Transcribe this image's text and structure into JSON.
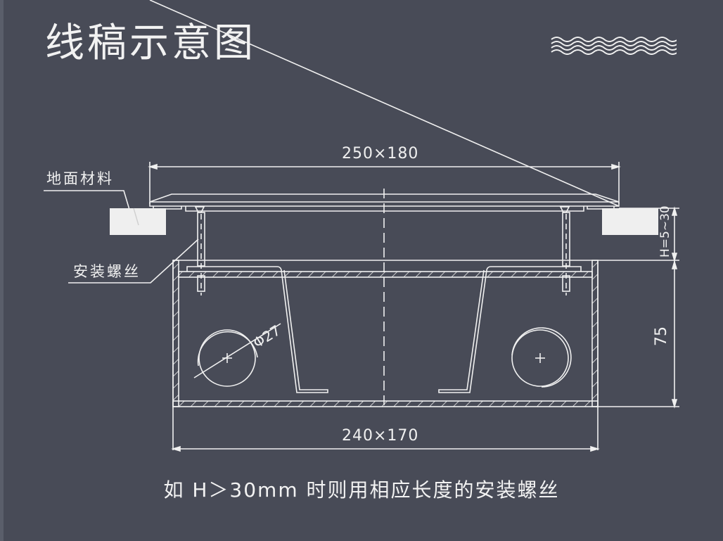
{
  "header": {
    "title": "线稿示意图",
    "decoration": "wave-lines-icon"
  },
  "drawing": {
    "labels": {
      "floor_material": "地面材料",
      "install_screw": "安装螺丝"
    },
    "dimensions": {
      "top_width": "250×180",
      "bottom_width": "240×170",
      "height_range": "H=5~30",
      "body_height": "75",
      "pipe_diameter": "Φ27"
    }
  },
  "footer": {
    "note": "如 H＞30mm 时则用相应长度的安装螺丝"
  },
  "colors": {
    "background": "#484b57",
    "line": "#f0f0f0",
    "floor_block": "#efefef"
  }
}
